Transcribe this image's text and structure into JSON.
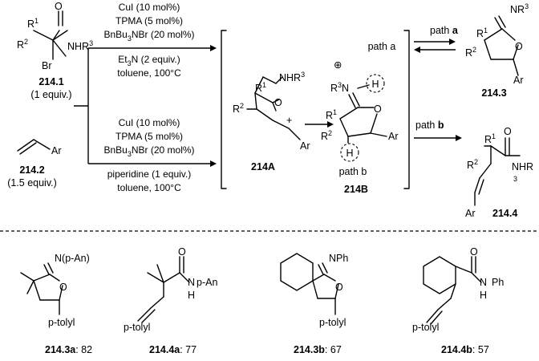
{
  "reactants": {
    "amide": {
      "r1": "R",
      "r1_sup": "1",
      "r2": "R",
      "r2_sup": "2",
      "br": "Br",
      "nhr3": "NHR",
      "nhr3_sup": "3",
      "compound": "214.1",
      "amount": "(1 equiv.)"
    },
    "alkene": {
      "ar": "Ar",
      "compound": "214.2",
      "amount": "(1.5 equiv.)"
    }
  },
  "conditions": {
    "top": {
      "cat": "CuI (10 mol%)",
      "lig": "TPMA (5 mol%)",
      "add_a": "BnBu",
      "add_sub": "3",
      "add_b": "NBr (20 mol%)",
      "base_a": "Et",
      "base_sub": "3",
      "base_b": "N (2 equiv.)",
      "solv": "toluene, 100°C"
    },
    "bottom": {
      "cat": "CuI (10 mol%)",
      "lig": "TPMA (5 mol%)",
      "add_a": "BnBu",
      "add_sub": "3",
      "add_b": "NBr (20 mol%)",
      "base": "piperidine (1 equiv.)",
      "solv": "toluene, 100°C"
    }
  },
  "intermediates": {
    "a": {
      "nhr3": "NHR",
      "nhr3_sup": "3",
      "o": "O",
      "r1": "R",
      "r1_sup": "1",
      "r2": "R",
      "r2_sup": "2",
      "plus": "+",
      "ar": "Ar",
      "compound": "214A"
    },
    "b": {
      "path_a": "path a",
      "path_b": "path b",
      "plus": "⊕",
      "n": "N",
      "r3": "R",
      "r3_sup": "3",
      "h_top": "H",
      "h_bot": "H",
      "o": "O",
      "r1": "R",
      "r1_sup": "1",
      "r2": "R",
      "r2_sup": "2",
      "ar": "Ar",
      "compound": "214B"
    }
  },
  "paths": {
    "a_prefix": "path ",
    "a_letter": "a",
    "b_prefix": "path ",
    "b_letter": "b"
  },
  "products": {
    "p3": {
      "nr3": "NR",
      "nr3_sup": "3",
      "r1": "R",
      "r1_sup": "1",
      "r2": "R",
      "r2_sup": "2",
      "o": "O",
      "ar": "Ar",
      "compound": "214.3"
    },
    "p4": {
      "r1": "R",
      "r1_sup": "1",
      "r2": "R",
      "r2_sup": "2",
      "o": "O",
      "nhr": "NHR",
      "nhr_sub": "3",
      "ar": "Ar",
      "compound": "214.4"
    }
  },
  "examples": [
    {
      "substituent": "N(p-An)",
      "aryl": "p-tolyl",
      "o": "O",
      "compound": "214.3a",
      "yield": ": 82"
    },
    {
      "substituent": "N",
      "n_sub": "H",
      "amine": "p-An",
      "o": "O",
      "aryl": "p-tolyl",
      "compound": "214.4a",
      "yield": ": 77"
    },
    {
      "substituent": "NPh",
      "o": "O",
      "aryl": "p-tolyl",
      "compound": "214.3b",
      "yield": ": 67"
    },
    {
      "substituent": "N",
      "n_sub": "H",
      "amine": "Ph",
      "o": "O",
      "aryl": "p-tolyl",
      "compound": "214.4b",
      "yield": ": 57"
    }
  ]
}
